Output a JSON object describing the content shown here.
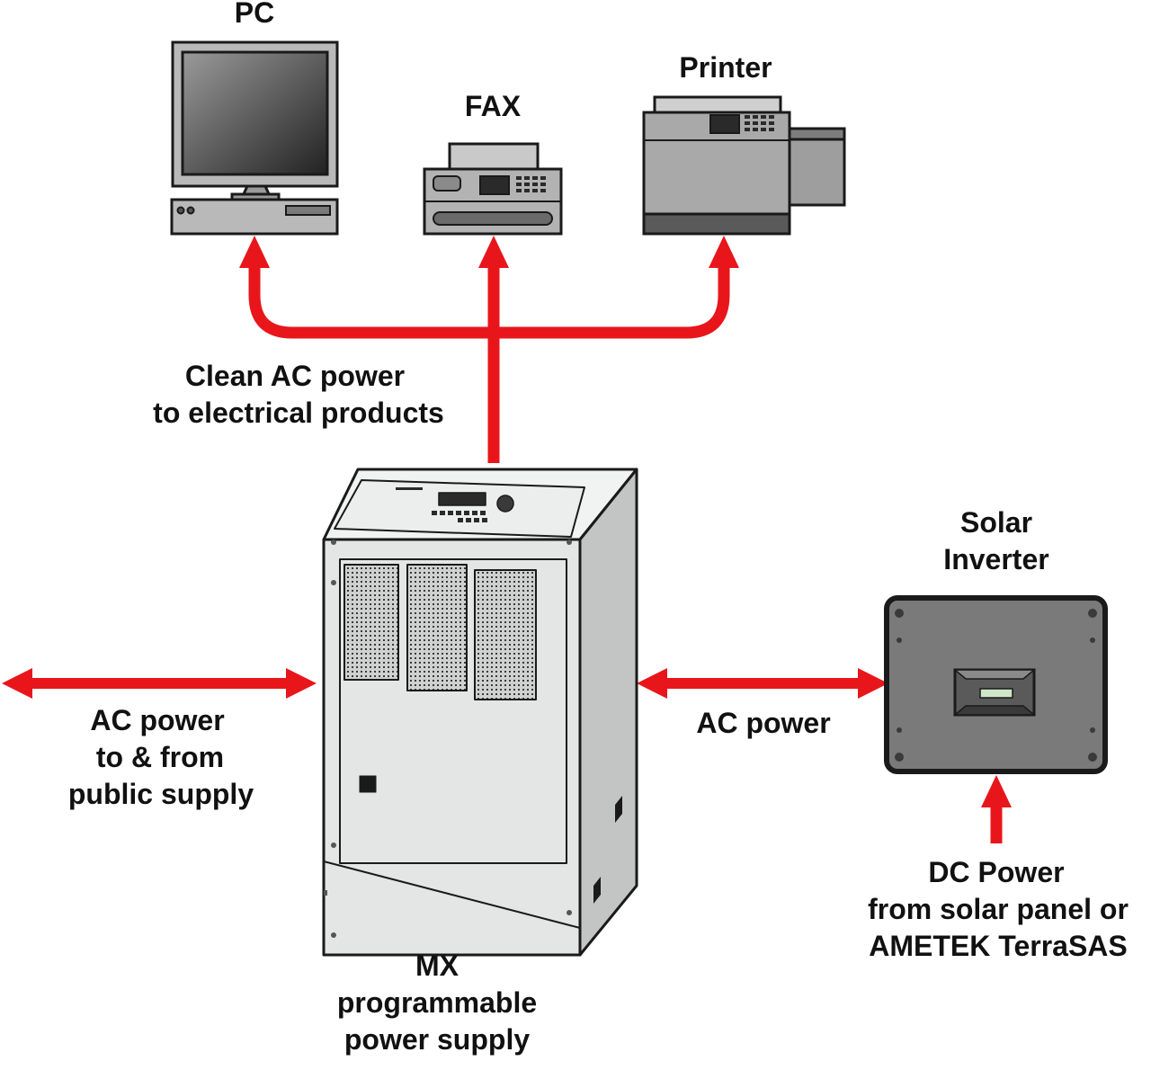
{
  "colors": {
    "arrow": "#e8161b",
    "outline": "#1a1a1a",
    "cabinet": "#e4e6e6",
    "inverter_body": "#7a7a7a"
  },
  "labels": {
    "pc": "PC",
    "fax": "FAX",
    "printer": "Printer",
    "clean_ac_1": "Clean AC power",
    "clean_ac_2": "to electrical products",
    "solar_1": "Solar",
    "solar_2": "Inverter",
    "ac_left_1": "AC power",
    "ac_left_2": "to & from",
    "ac_left_3": "public supply",
    "ac_right": "AC power",
    "dc_1": "DC Power",
    "dc_2": "from solar panel or",
    "dc_3": "AMETEK TerraSAS",
    "mx_1": "MX",
    "mx_2": "programmable",
    "mx_3": "power supply"
  },
  "icons": [
    "pc-icon",
    "fax-icon",
    "printer-icon",
    "power-supply-icon",
    "solar-inverter-icon"
  ]
}
